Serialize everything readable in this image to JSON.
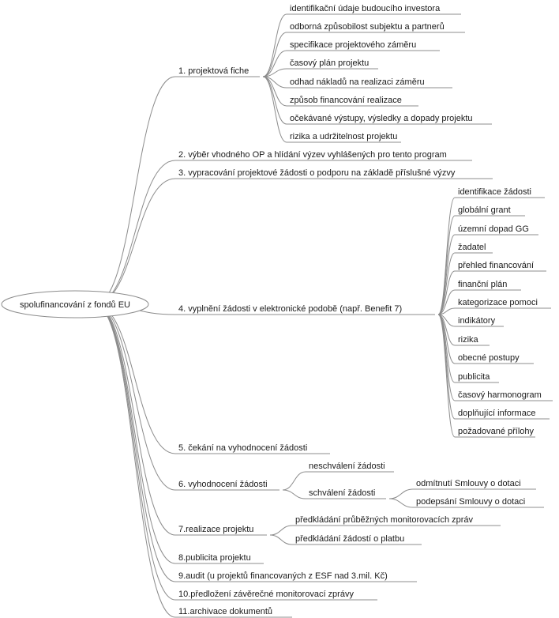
{
  "root": {
    "label": "spolufinancování z fondů EU"
  },
  "branches": [
    {
      "label": "1. projektová fiche",
      "children": [
        {
          "label": "identifikační údaje budoucího investora"
        },
        {
          "label": "odborná způsobilost subjektu a partnerů"
        },
        {
          "label": "specifikace projektového záměru"
        },
        {
          "label": "časový plán projektu"
        },
        {
          "label": "odhad nákladů na realizaci záměru"
        },
        {
          "label": "způsob financování realizace"
        },
        {
          "label": "očekávané výstupy, výsledky a dopady projektu"
        },
        {
          "label": "rizika a udržitelnost projektu"
        }
      ]
    },
    {
      "label": "2. výběr vhodného OP a hlídání výzev vyhlášených pro tento program"
    },
    {
      "label": "3. vypracování projektové žádosti o podporu na základě příslušné výzvy"
    },
    {
      "label": "4. vyplnění žádosti v elektronické podobě (např. Benefit 7)",
      "children": [
        {
          "label": "identifikace žádosti"
        },
        {
          "label": "globální grant"
        },
        {
          "label": "územní dopad GG"
        },
        {
          "label": "žadatel"
        },
        {
          "label": "přehled financování"
        },
        {
          "label": "finanční plán"
        },
        {
          "label": "kategorizace pomoci"
        },
        {
          "label": "indikátory"
        },
        {
          "label": "rizika"
        },
        {
          "label": "obecné postupy"
        },
        {
          "label": "publicita"
        },
        {
          "label": "časový harmonogram"
        },
        {
          "label": "doplňující informace"
        },
        {
          "label": "požadované přílohy"
        }
      ]
    },
    {
      "label": "5. čekání na vyhodnocení žádosti"
    },
    {
      "label": "6. vyhodnocení žádosti",
      "children": [
        {
          "label": "neschválení žádosti"
        },
        {
          "label": "schválení žádosti",
          "children": [
            {
              "label": "odmítnutí Smlouvy o dotaci"
            },
            {
              "label": "podepsání Smlouvy o dotaci"
            }
          ]
        }
      ]
    },
    {
      "label": "7.realizace projektu",
      "children": [
        {
          "label": "předkládání průběžných monitorovacích zpráv"
        },
        {
          "label": "předkládání žádostí o platbu"
        }
      ]
    },
    {
      "label": "8.publicita projektu"
    },
    {
      "label": "9.audit (u projektů financovaných z ESF nad 3.mil. Kč)"
    },
    {
      "label": "10.předložení závěrečné monitorovací zprávy"
    },
    {
      "label": "11.archivace dokumentů"
    }
  ]
}
